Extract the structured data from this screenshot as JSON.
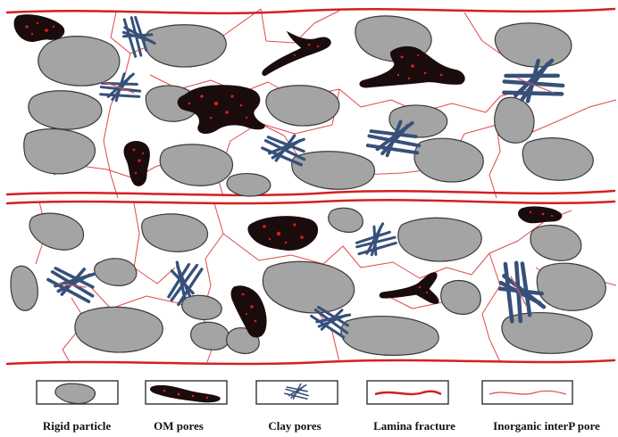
{
  "colors": {
    "particle_fill": "#a4a4a4",
    "particle_stroke": "#3a3a3a",
    "om_fill": "#1a0c0c",
    "om_pore": "#e01c1c",
    "clay": "#36507a",
    "clay_highlight": "#d45a6a",
    "lamina": "#d42020",
    "interp": "#e04a4a",
    "box_stroke": "#222222"
  },
  "legend": [
    {
      "key": "rigid",
      "label": "Rigid particle"
    },
    {
      "key": "om",
      "label": "OM pores"
    },
    {
      "key": "clay",
      "label": "Clay pores"
    },
    {
      "key": "lamina",
      "label": "Lamina fracture"
    },
    {
      "key": "interp",
      "label": "Inorganic interP pore"
    }
  ]
}
